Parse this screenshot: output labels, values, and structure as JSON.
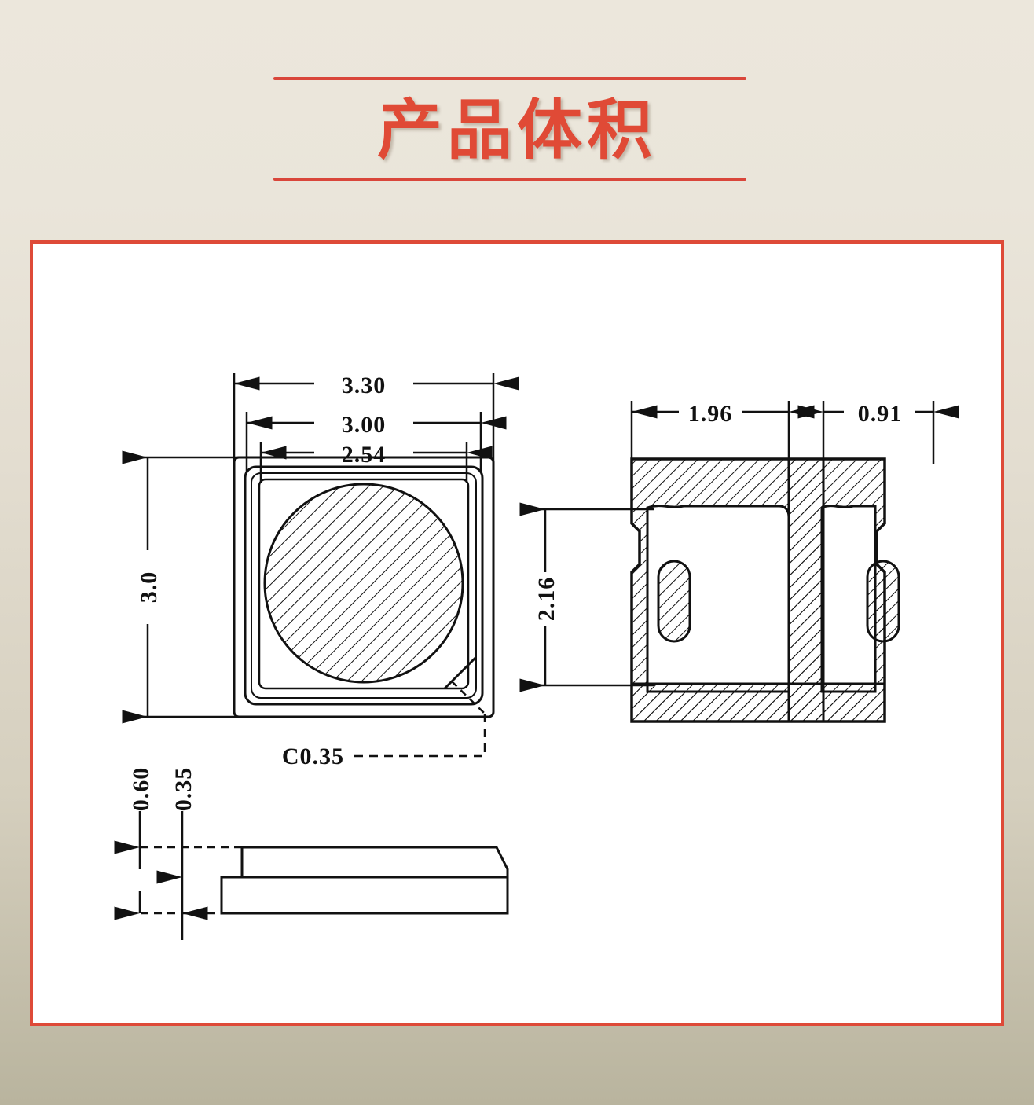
{
  "page": {
    "background_top_color": "#ece7dc",
    "background_bottom_color": "#b9b49e",
    "accent_color": "#de4a38"
  },
  "header": {
    "title": "产品体积",
    "rule_color": "#d9463a"
  },
  "drawing": {
    "panel_border_color": "#de4a38",
    "panel_background": "#ffffff",
    "line_color": "#111111",
    "units_note": "",
    "views": [
      {
        "id": "top-view",
        "name": "top-view",
        "description": "square package outline with hatched circular lens and chamfered corner"
      },
      {
        "id": "bottom-view",
        "name": "bottom-view",
        "description": "sectioned pad layout with two rounded slot pads"
      },
      {
        "id": "side-view",
        "name": "side-view",
        "description": "thickness profile of package and substrate"
      }
    ],
    "dimensions": {
      "top_view": {
        "width_outer": "3.30",
        "width_middle": "3.00",
        "width_inner": "2.54",
        "height": "3.0",
        "chamfer": "C0.35"
      },
      "bottom_view": {
        "pad_width": "1.96",
        "pad_gap_width": "0.91",
        "pad_height": "2.16"
      },
      "side_view": {
        "total_thickness": "0.60",
        "base_thickness": "0.35"
      }
    }
  }
}
